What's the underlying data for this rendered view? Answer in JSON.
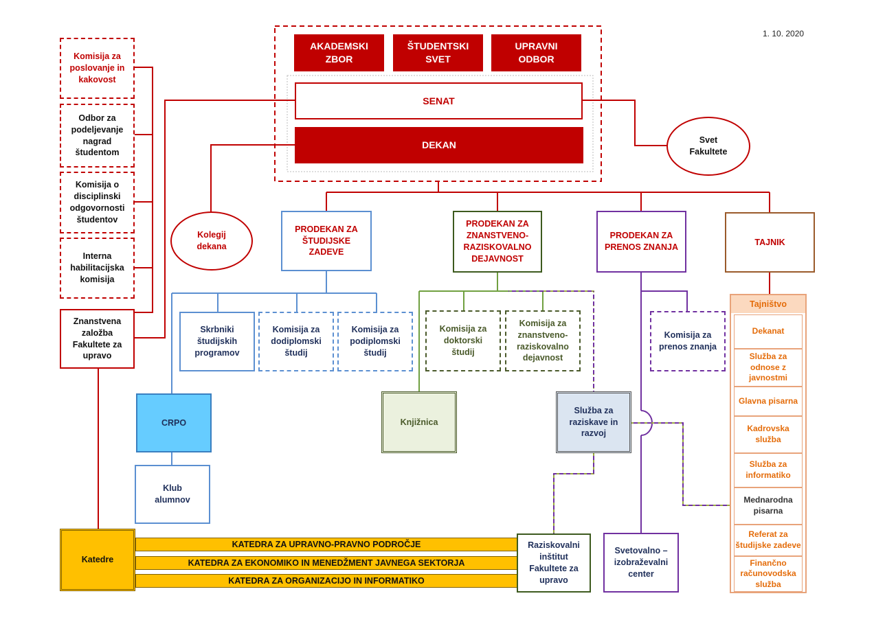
{
  "date": "1. 10. 2020",
  "top_bodies": [
    "AKADEMSKI\nZBOR",
    "ŠTUDENTSKI\nSVET",
    "UPRAVNI\nODBOR"
  ],
  "senat": "SENAT",
  "dekan": "DEKAN",
  "svet_fakultete": "Svet\nFakultete",
  "kolegij": "Kolegij\ndekana",
  "left_commissions": [
    "Komisija za\nposlovanje in\nkakovost",
    "Odbor za\npodeljevanje\nnagrad\nštudentom",
    "Komisija o\ndisciplinski\nodgovornosti\nštudentov",
    "Interna\nhabilitacijska\nkomisija"
  ],
  "zalozba": "Znanstvena\nzaložba\nFakultete za\nupravo",
  "prodekani": {
    "studij": "PRODEKAN ZA\nŠTUDIJSKE\nZADEVE",
    "raziskovalno": "PRODEKAN ZA\nZNANSTVENO-\nRAZISKOVALNO\nDEJAVNOST",
    "prenos": "PRODEKAN ZA\nPRENOS ZNANJA",
    "tajnik": "TAJNIK"
  },
  "study_units": [
    "Skrbniki\nštudijskih\nprogramov",
    "Komisija za\ndodiplomski\nštudij",
    "Komisija za\npodiplomski\nštudij"
  ],
  "research_units": [
    "Komisija za\ndoktorski\nštudij",
    "Komisija za\nznanstveno-\nraziskovalno\ndejavnost"
  ],
  "prenos_unit": "Komisija za\nprenos znanja",
  "crpo": "CRPO",
  "klub": "Klub\nalumnov",
  "knjiznica": "Knjižnica",
  "sluzba_rr": "Služba za\nraziskave in\nrazvoj",
  "katedre": "Katedre",
  "katedre_list": [
    "KATEDRA ZA UPRAVNO-PRAVNO PODROČJE",
    "KATEDRA ZA EKONOMIKO IN  MENEDŽMENT JAVNEGA SEKTORJA",
    "KATEDRA ZA ORGANIZACIJO IN INFORMATIKO"
  ],
  "institut": "Raziskovalni\ninštitut\nFakultete za\nupravo",
  "svetovalno": "Svetovalno –\nizobraževalni\ncenter",
  "tajnistvo": {
    "title": "Tajništvo",
    "items": [
      "Dekanat",
      "Služba za\nodnose z\njavnostmi",
      "Glavna pisarna",
      "Kadrovska\nslužba",
      "Služba za\ninformatiko",
      "Mednarodna\npisarna",
      "Referat za\nštudijske zadeve",
      "Finančno\nračunovodska\nslužba"
    ]
  },
  "colors": {
    "red": "#c00000",
    "blue": "#5b8fd1",
    "green": "#3d5a1e",
    "purple": "#7030a0",
    "brown": "#9a5a2a",
    "orange": "#e46c0a",
    "gold": "#ffc000",
    "crpo": "#66ccff"
  }
}
